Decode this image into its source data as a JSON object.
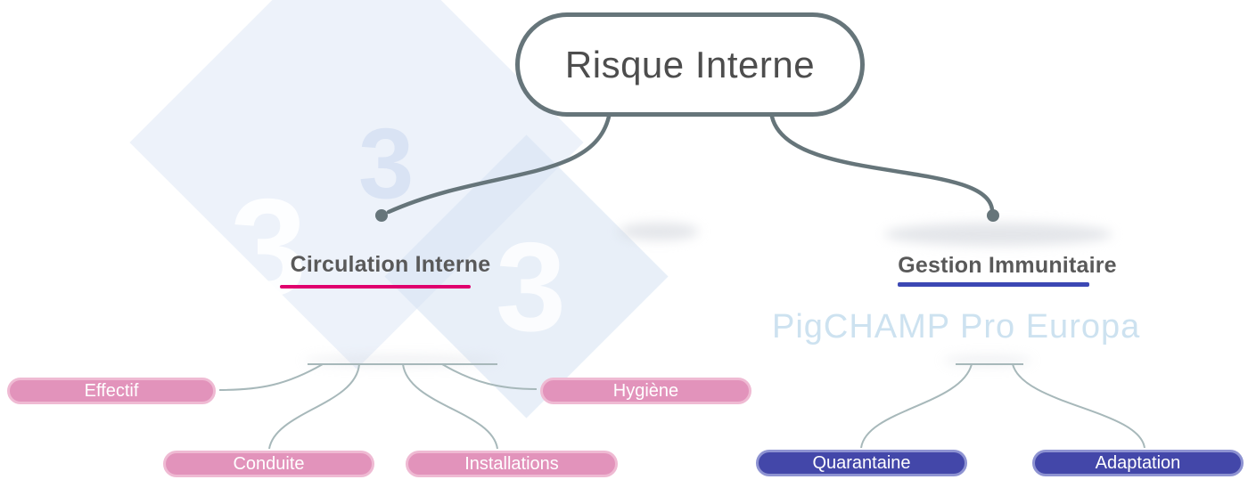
{
  "watermark": {
    "digit": "3",
    "text": "PigCHAMP Pro Europa",
    "text_color": "#cde2f0"
  },
  "root": {
    "label": "Risque Interne"
  },
  "branches": [
    {
      "label": "Circulation Interne",
      "underline_color": "#e0006e",
      "node_fill": "#e293bb",
      "node_border": "#efbad3",
      "children": [
        {
          "label": "Effectif"
        },
        {
          "label": "Conduite"
        },
        {
          "label": "Installations"
        },
        {
          "label": "Hygiène"
        }
      ]
    },
    {
      "label": "Gestion Immunitaire",
      "underline_color": "#3c48b4",
      "node_fill": "#4347a9",
      "node_border": "#8e93d2",
      "children": [
        {
          "label": "Quarantaine"
        },
        {
          "label": "Adaptation"
        }
      ]
    }
  ],
  "connector_color": "#66757a",
  "child_connector_color": "#a7b8ba"
}
